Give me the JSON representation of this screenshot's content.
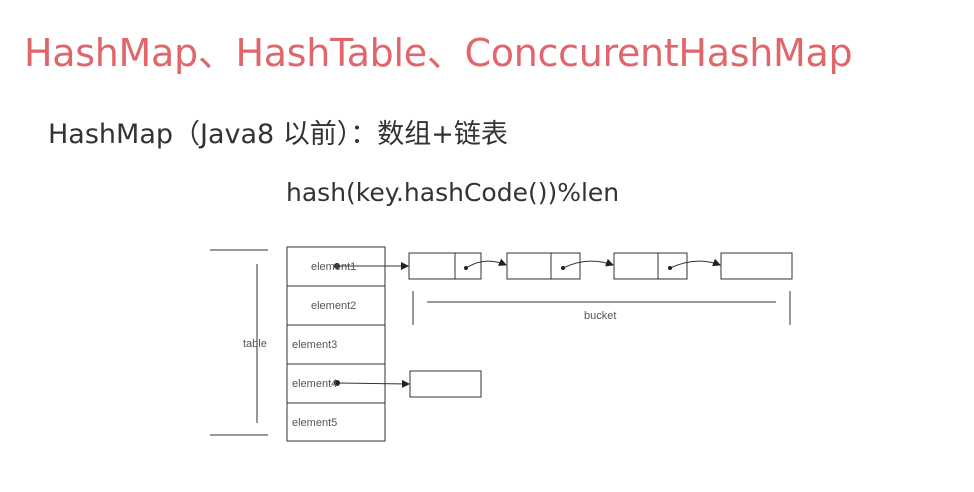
{
  "slide": {
    "title": "HashMap、HashTable、ConccurentHashMap",
    "subtitle": "HashMap（Java8 以前）：数组+链表",
    "formula": "hash(key.hashCode())%len",
    "title_color": "#e0666c"
  },
  "diagram": {
    "table_label": "table",
    "bucket_label": "bucket",
    "elements": [
      "element1",
      "element2",
      "element3",
      "element4",
      "element5"
    ]
  }
}
